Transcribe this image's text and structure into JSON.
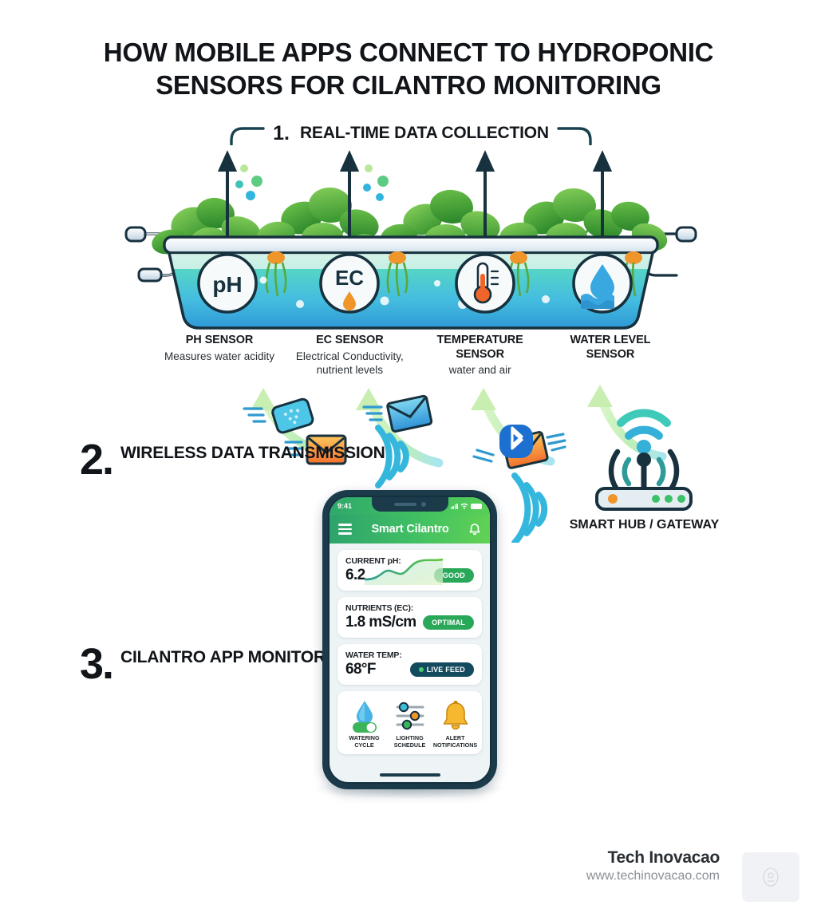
{
  "title": "HOW MOBILE APPS CONNECT TO HYDROPONIC SENSORS FOR CILANTRO MONITORING",
  "steps": {
    "one": {
      "number": "1.",
      "label": "REAL-TIME DATA COLLECTION"
    },
    "two": {
      "number": "2.",
      "label": "WIRELESS DATA TRANSMISSION"
    },
    "three": {
      "number": "3.",
      "label": "CILANTRO APP MONITORING & CONTROL"
    }
  },
  "sensors": [
    {
      "icon": "ph-icon",
      "name": "pH SENSOR",
      "desc": "Measures water acidity"
    },
    {
      "icon": "ec-icon",
      "name": "EC SENSOR",
      "desc": "Electrical Conductivity, nutrient levels"
    },
    {
      "icon": "thermometer-icon",
      "name": "TEMPERATURE SENSOR",
      "desc": "water and air"
    },
    {
      "icon": "water-drop-icon",
      "name": "WATER LEVEL SENSOR",
      "desc": ""
    }
  ],
  "sensor_badges": {
    "ph": "pH",
    "ec": "EC"
  },
  "transmission": {
    "bluetooth_icon": "bluetooth-icon",
    "wifi_icon": "wifi-icon",
    "packet_icon": "data-packet-icon",
    "mail_icon": "envelope-icon"
  },
  "hub": {
    "label": "SMART HUB / GATEWAY",
    "icon": "router-icon"
  },
  "phone": {
    "status": {
      "time": "9:41",
      "signal_icon": "signal-bars-icon",
      "wifi_icon": "wifi-small-icon",
      "battery_icon": "battery-icon"
    },
    "app_bar": {
      "menu_icon": "hamburger-menu-icon",
      "title": "Smart Cilantro",
      "bell_icon": "bell-icon"
    },
    "cards": [
      {
        "title": "CURRENT pH:",
        "value": "6.2",
        "badge": "GOOD",
        "badge_style": "green",
        "has_sparkline": true
      },
      {
        "title": "NUTRIENTS (EC):",
        "value": "1.8 mS/cm",
        "badge": "OPTIMAL",
        "badge_style": "green",
        "has_sparkline": false
      },
      {
        "title": "WATER TEMP:",
        "value": "68°F",
        "badge": "LIVE FEED",
        "badge_style": "dark",
        "has_sparkline": false
      }
    ],
    "controls": [
      {
        "icon": "water-drop-toggle-icon",
        "label": "WATERING CYCLE"
      },
      {
        "icon": "sliders-icon",
        "label": "LIGHTING SCHEDULE"
      },
      {
        "icon": "bell-alert-icon",
        "label": "ALERT NOTIFICATIONS"
      }
    ]
  },
  "footer": {
    "brand": "Tech Inovacao",
    "url": "www.techinovacao.com",
    "logo_icon": "placeholder-logo-icon"
  },
  "colors": {
    "ink": "#111418",
    "navy": "#14313f",
    "green": "#41c063",
    "badge_green": "#2aa85a",
    "badge_dark": "#124a5e",
    "water_teal": "#4fd0c6",
    "water_blue": "#3aa8e0",
    "leaf_green": "#4ea63c",
    "arrow_green": "#c7eeb4",
    "bluetooth_blue": "#1d6fd0",
    "orange": "#f0952a"
  }
}
